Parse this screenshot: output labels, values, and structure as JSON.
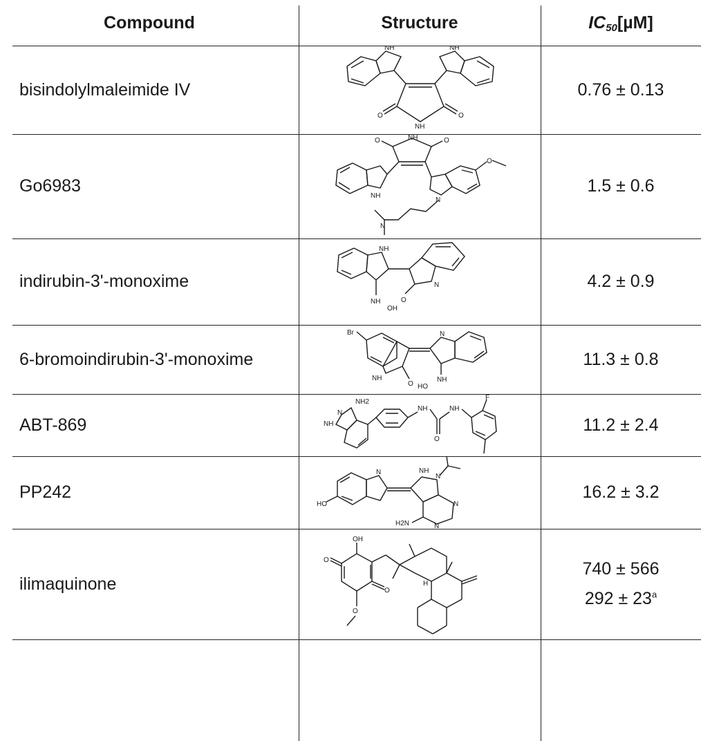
{
  "headers": {
    "compound": "Compound",
    "structure": "Structure",
    "ic50": "IC",
    "ic50_sub": "50",
    "ic50_unit": " [µM]"
  },
  "rows": [
    {
      "name": "bisindolylmaleimide IV",
      "ic50": "0.76 ± 0.13"
    },
    {
      "name": "Go6983",
      "ic50": "1.5 ± 0.6"
    },
    {
      "name": "indirubin-3'-monoxime",
      "ic50": "4.2 ± 0.9"
    },
    {
      "name": "6-bromoindirubin-3'-monoxime",
      "ic50": "11.3 ± 0.8"
    },
    {
      "name": "ABT-869",
      "ic50": "11.2 ± 2.4"
    },
    {
      "name": "PP242",
      "ic50": "16.2 ± 3.2"
    },
    {
      "name": "ilimaquinone",
      "ic50": "740 ± 566",
      "ic50_2": "292 ± 23",
      "ic50_2_note": "a"
    }
  ],
  "atom_labels": {
    "nh": "NH",
    "o": "O",
    "n": "N",
    "br": "Br",
    "ho": "HO",
    "oh": "OH",
    "f": "F",
    "nh2": "NH2",
    "h2n": "H2N",
    "h": "H"
  }
}
